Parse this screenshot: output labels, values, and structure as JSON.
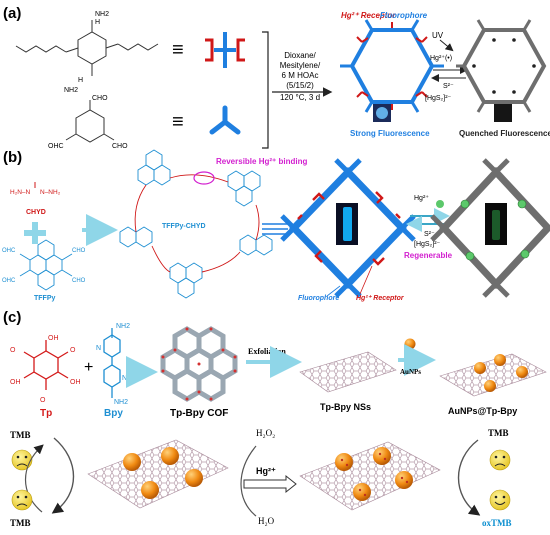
{
  "panel_a": {
    "label": "(a)",
    "monomer1_groups": {
      "nh2_top": "NH2",
      "h_top": "H",
      "h_bottom": "H",
      "nh2_bottom": "NH2"
    },
    "monomer2_groups": {
      "cho_top": "CHO",
      "cho_left": "OHC",
      "cho_right": "CHO"
    },
    "equiv": "≡",
    "conditions": [
      "Dioxane/",
      "Mesitylene/",
      "6 M HOAc",
      "(5/15/2)",
      "120 °C, 3 d"
    ],
    "receptor_label": "Hg²⁺ Receptor",
    "fluorophore_label": "Fluorophore",
    "uv_label": "UV",
    "hg_label": "Hg²⁺(•)",
    "s_label": "S²⁻",
    "hgs2_label": "[HgS₂]²⁻",
    "strong_label": "Strong Fluorescence",
    "quenched_label": "Quenched Fluorescence"
  },
  "panel_b": {
    "label": "(b)",
    "chyd_label": "CHYD",
    "chyd_groups": {
      "left": "H₂N–N",
      "right": "N–NH₂"
    },
    "tffpy_label": "TFFPy",
    "tffpy_groups": {
      "cho": "CHO",
      "ohc": "OHC"
    },
    "framework_label": "TFFPy-CHYD",
    "reversible_label": "Reversible Hg²⁺ binding",
    "fluorophore_label": "Fluorophore",
    "receptor_label": "Hg²⁺ Receptor",
    "hg_label": "Hg²⁺",
    "s_label": "S²⁻",
    "hgs2_label": "[HgS₂]²⁻",
    "regen_label": "Regenerable",
    "colors": {
      "framework_blue": "#1f7fe0",
      "framework_gray": "#6e6e6e",
      "receptor_red": "#d01818",
      "highlight_magenta": "#d21fcf"
    }
  },
  "panel_c": {
    "label": "(c)",
    "tp_label": "Tp",
    "bpy_label": "Bpy",
    "cof_label": "Tp-Bpy COF",
    "exfoliation_label": "Exfoliation",
    "ns_label": "Tp-Bpy NSs",
    "aunps_label": "AuNPs",
    "composite_label": "AuNPs@Tp-Bpy",
    "tmb_top": "TMB",
    "tmb_bottom": "TMB",
    "h2o2_label": "H₂O₂",
    "hg_label": "Hg²⁺",
    "h2o_label": "H₂O",
    "tmb_right": "TMB",
    "oxtmb_label": "oxTMB",
    "groups": {
      "oh": "OH",
      "nh2": "NH2",
      "n": "N",
      "o": "O"
    },
    "colors": {
      "tp_red": "#d41a1a",
      "bpy_blue": "#1e8fd2",
      "gold": "#ee8a12",
      "oxtmb_blue": "#0b8fd0"
    }
  }
}
